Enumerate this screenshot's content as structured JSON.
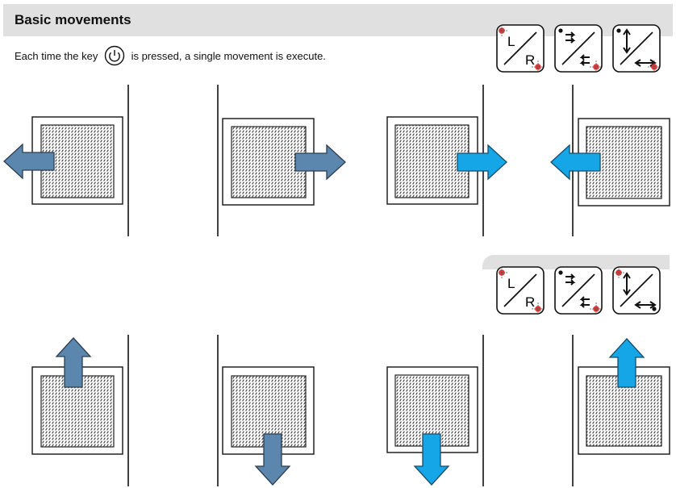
{
  "header": {
    "title": "Basic movements"
  },
  "intro": {
    "prefix": "Each time the key",
    "key_icon": "power-icon",
    "suffix": "is pressed, a single movement is execute."
  },
  "mode_icons": {
    "top": [
      {
        "name": "left-right-reference-icon",
        "labels": [
          "L",
          "R"
        ]
      },
      {
        "name": "arrows-reference-icon"
      },
      {
        "name": "axis-reference-icon"
      }
    ],
    "bottom": [
      {
        "name": "left-right-reference-icon",
        "labels": [
          "L",
          "R"
        ]
      },
      {
        "name": "arrows-reference-icon"
      },
      {
        "name": "axis-reference-icon"
      }
    ]
  },
  "colors": {
    "header_bg": "#e0e0e0",
    "arrow_steel": "#5b86ad",
    "arrow_cyan": "#14a6e6",
    "marker_red": "#d93a3a"
  },
  "movements": [
    {
      "row": 1,
      "direction": "left",
      "arrow": "steel"
    },
    {
      "row": 1,
      "direction": "right",
      "arrow": "steel"
    },
    {
      "row": 1,
      "direction": "right",
      "arrow": "cyan"
    },
    {
      "row": 1,
      "direction": "left",
      "arrow": "cyan"
    },
    {
      "row": 2,
      "direction": "up",
      "arrow": "steel"
    },
    {
      "row": 2,
      "direction": "down",
      "arrow": "steel"
    },
    {
      "row": 2,
      "direction": "down",
      "arrow": "cyan"
    },
    {
      "row": 2,
      "direction": "up",
      "arrow": "cyan"
    }
  ]
}
